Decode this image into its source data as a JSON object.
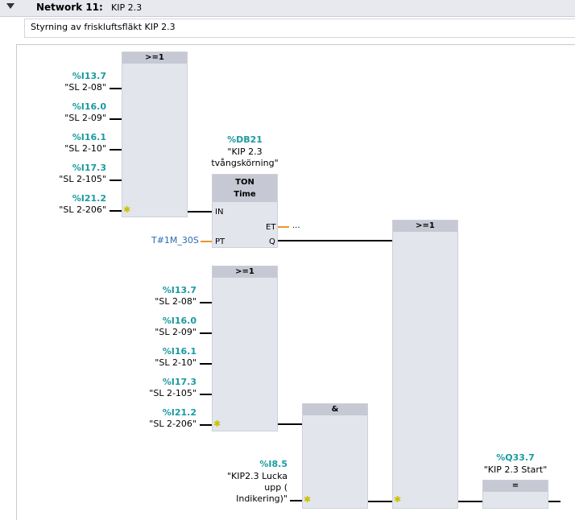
{
  "network": {
    "label": "Network 11:",
    "title": "KIP 2.3",
    "comment": "Styrning av friskluftsfläkt KIP 2.3"
  },
  "or_top": {
    "title": ">=1",
    "inputs": [
      {
        "addr": "%I13.7",
        "sym": "\"SL 2-08\""
      },
      {
        "addr": "%I16.0",
        "sym": "\"SL 2-09\""
      },
      {
        "addr": "%I16.1",
        "sym": "\"SL 2-10\""
      },
      {
        "addr": "%I17.3",
        "sym": "\"SL 2-105\""
      },
      {
        "addr": "%I21.2",
        "sym": "\"SL 2-206\""
      }
    ]
  },
  "timer": {
    "db": "%DB21",
    "name_line1": "\"KIP 2.3",
    "name_line2": "tvångskörning\"",
    "type": "TON",
    "subtype": "Time",
    "pin_in": "IN",
    "pin_et": "ET",
    "pin_pt": "PT",
    "pin_q": "Q",
    "et_value": "...",
    "pt_value": "T#1M_30S"
  },
  "or_mid": {
    "title": ">=1",
    "inputs": [
      {
        "addr": "%I13.7",
        "sym": "\"SL 2-08\""
      },
      {
        "addr": "%I16.0",
        "sym": "\"SL 2-09\""
      },
      {
        "addr": "%I16.1",
        "sym": "\"SL 2-10\""
      },
      {
        "addr": "%I17.3",
        "sym": "\"SL 2-105\""
      },
      {
        "addr": "%I21.2",
        "sym": "\"SL 2-206\""
      }
    ]
  },
  "and_box": {
    "title": "&",
    "input_addr": "%I8.5",
    "input_sym_l1": "\"KIP2.3 Lucka",
    "input_sym_l2": "upp (",
    "input_sym_l3": "Indikering)\""
  },
  "or_right": {
    "title": ">=1"
  },
  "assign": {
    "title": "=",
    "addr": "%Q33.7",
    "sym": "\"KIP 2.3 Start\""
  },
  "colors": {
    "address": "#1a9aa0",
    "constant": "#2a6ab6",
    "star": "#c9c200",
    "open_pin": "#f0932b"
  }
}
